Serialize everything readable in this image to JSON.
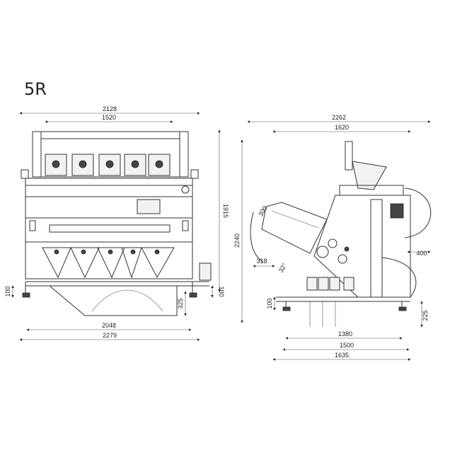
{
  "title": "5R",
  "front_view": {
    "overall_width_top": "2128",
    "hopper_width": "1520",
    "height": "1915",
    "left_leg_height": "100",
    "right_leg_height": "100",
    "chute_height": "325",
    "base_width": "2048",
    "overall_width_bottom": "2279"
  },
  "side_view": {
    "overall_depth": "2262",
    "top_depth": "1620",
    "height": "2240",
    "chute_length": "300",
    "feeder_projection": "318",
    "chute_angle": "32°",
    "cover_radius": "400",
    "leg_height": "100",
    "base_clearance": "225",
    "inner_base": "1380",
    "mid_base": "1500",
    "outer_base": "1635"
  }
}
